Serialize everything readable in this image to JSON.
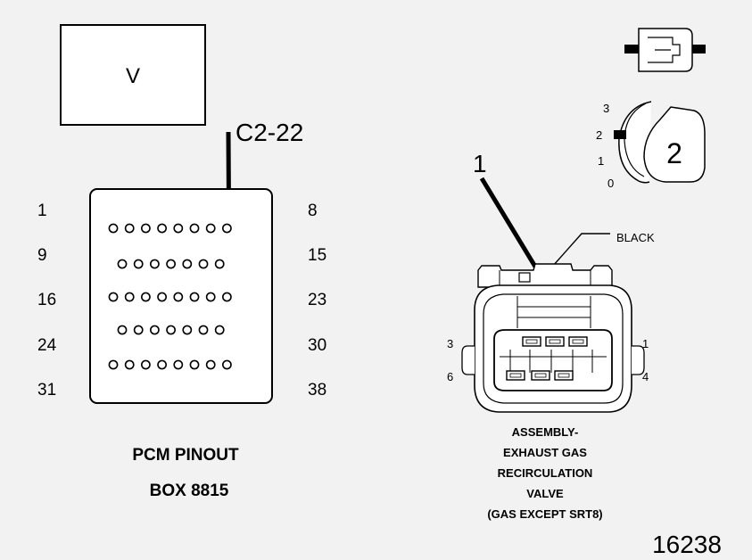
{
  "meter": {
    "mode_label": "V"
  },
  "probe": {
    "pin_callout": "C2-22"
  },
  "pcm_connector": {
    "row_labels_left": [
      "1",
      "9",
      "16",
      "24",
      "31"
    ],
    "row_labels_right": [
      "8",
      "15",
      "23",
      "30",
      "38"
    ],
    "rows": [
      {
        "type": "full",
        "pins": 8
      },
      {
        "type": "half",
        "pins": 7
      },
      {
        "type": "full",
        "pins": 8
      },
      {
        "type": "half",
        "pins": 7
      },
      {
        "type": "full",
        "pins": 8
      }
    ],
    "probed_pin": "22",
    "title": "PCM PINOUT",
    "subtitle": "BOX 8815"
  },
  "ignition_switch": {
    "positions": [
      "3",
      "2",
      "1",
      "0"
    ],
    "current_position": "2"
  },
  "egr_connector": {
    "callout": "1",
    "color_label": "BLACK",
    "pin_labels": [
      "3",
      "1",
      "6",
      "4"
    ],
    "caption_lines": [
      "ASSEMBLY-",
      "EXHAUST GAS",
      "RECIRCULATION",
      "VALVE",
      "(GAS EXCEPT SRT8)"
    ]
  },
  "figure_id": "16238"
}
